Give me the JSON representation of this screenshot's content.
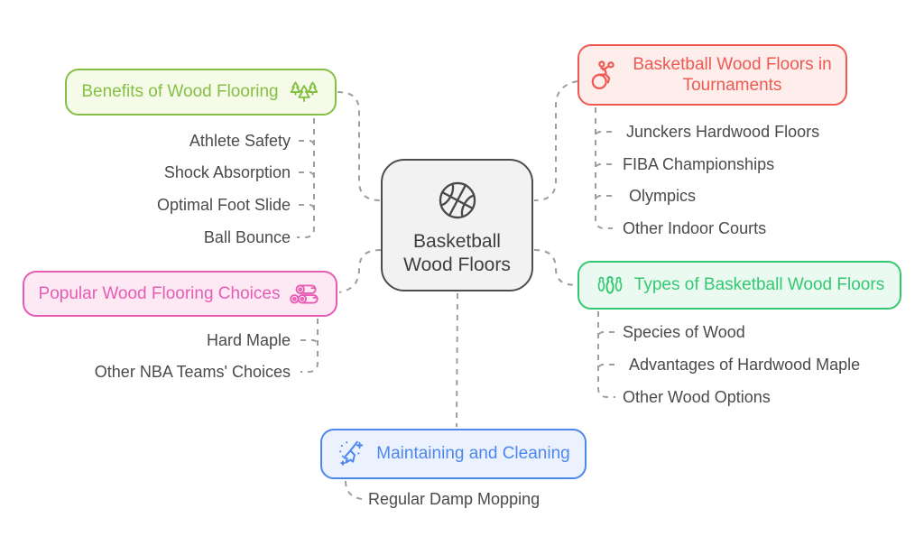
{
  "canvas": {
    "background": "#ffffff"
  },
  "connector_color": "#9e9e9e",
  "item_text_color": "#4a4a4a",
  "center": {
    "label": "Basketball Wood Floors",
    "icon": "basketball-icon",
    "border_color": "#4d4d4d",
    "background": "#f2f2f2",
    "text_color": "#3e3e3e"
  },
  "branches": [
    {
      "label": "Benefits of Wood Flooring",
      "icon": "forest-icon",
      "accent": "#84c043",
      "background": "#f6fbe9",
      "children": [
        "Athlete Safety",
        "Shock Absorption",
        "Optimal Foot Slide",
        "Ball Bounce"
      ]
    },
    {
      "label": "Basketball Wood Floors in Tournaments",
      "icon": "wheelchair-basketball-icon",
      "accent": "#ee5a52",
      "background": "#fdedeb",
      "children": [
        "Junckers Hardwood Floors",
        "FIBA Championships",
        "Olympics",
        "Other Indoor Courts"
      ]
    },
    {
      "label": "Popular Wood Flooring Choices",
      "icon": "wood-logs-icon",
      "accent": "#e75cb3",
      "background": "#fce9f4",
      "children": [
        "Hard Maple",
        "Other NBA Teams' Choices"
      ]
    },
    {
      "label": "Types of Basketball Wood Floors",
      "icon": "bowling-pins-icon",
      "accent": "#34c873",
      "background": "#eafaf0",
      "children": [
        "Species of Wood",
        "Advantages of Hardwood Maple",
        "Other Wood Options"
      ]
    },
    {
      "label": "Maintaining and Cleaning",
      "icon": "broom-icon",
      "accent": "#4d87ee",
      "background": "#ebf2fd",
      "children": [
        "Regular Damp Mopping"
      ]
    }
  ]
}
